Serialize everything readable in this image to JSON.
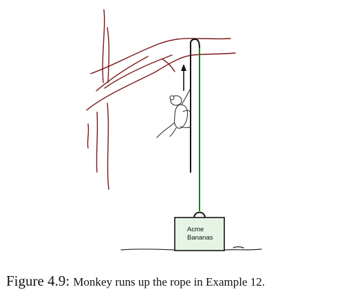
{
  "caption": {
    "label": "Figure 4.9:",
    "text": "Monkey runs up the rope in Example 12."
  },
  "box": {
    "line1": "Acme",
    "line2": "Bananas"
  },
  "colors": {
    "tree": "#7a1616",
    "rope_left": "#111111",
    "rope_right": "#1f7a1f",
    "box_fill": "#e6f4e6",
    "box_stroke": "#111111",
    "monkey": "#333333"
  }
}
